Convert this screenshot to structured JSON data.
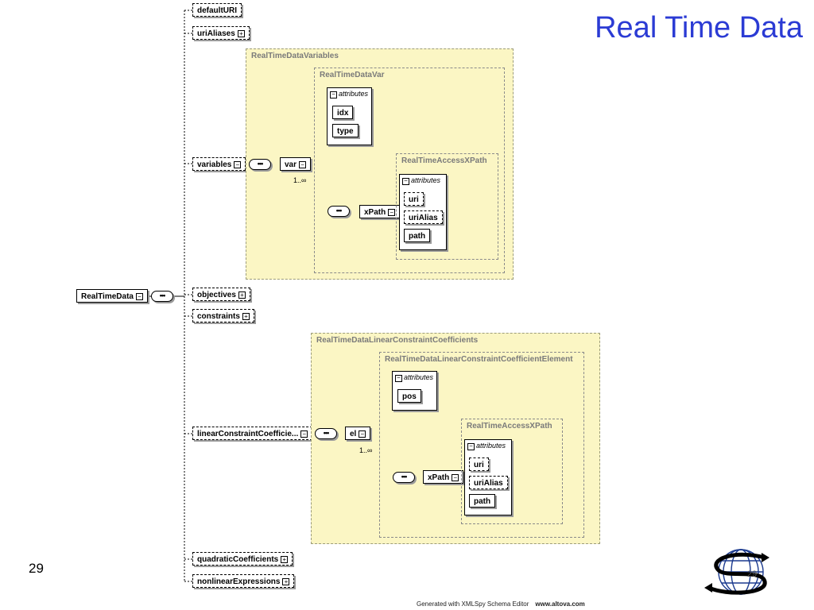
{
  "slide": {
    "title": "Real Time Data",
    "number": "29"
  },
  "footer": {
    "text": "Generated with XMLSpy Schema Editor",
    "url": "www.altova.com"
  },
  "diagram": {
    "root": "RealTimeData",
    "children": {
      "defaultURI": "defaultURI",
      "uriAliases": "uriAliases",
      "variables": "variables",
      "objectives": "objectives",
      "constraints": "constraints",
      "linearConstraintCoefficients": "linearConstraintCoefficie...",
      "quadraticCoefficients": "quadraticCoefficients",
      "nonlinearExpressions": "nonlinearExpressions"
    },
    "variables_type": {
      "outer": "RealTimeDataVariables",
      "inner": "RealTimeDataVar",
      "element": "var",
      "cardinality": "1..∞",
      "attributes_label": "attributes",
      "attributes": [
        "idx",
        "type"
      ],
      "xpath_element": "xPath",
      "xpath_type": "RealTimeAccessXPath",
      "xpath_attributes": [
        "uri",
        "uriAlias",
        "path"
      ]
    },
    "linear_type": {
      "outer": "RealTimeDataLinearConstraintCoefficients",
      "inner": "RealTimeDataLinearConstraintCoefficientElement",
      "element": "el",
      "cardinality": "1..∞",
      "attributes_label": "attributes",
      "attributes": [
        "pos"
      ],
      "xpath_element": "xPath",
      "xpath_type": "RealTimeAccessXPath",
      "xpath_attributes": [
        "uri",
        "uriAlias",
        "path"
      ]
    }
  },
  "colors": {
    "title": "#2b3bd4",
    "type_fill": "#fbf6c4"
  }
}
